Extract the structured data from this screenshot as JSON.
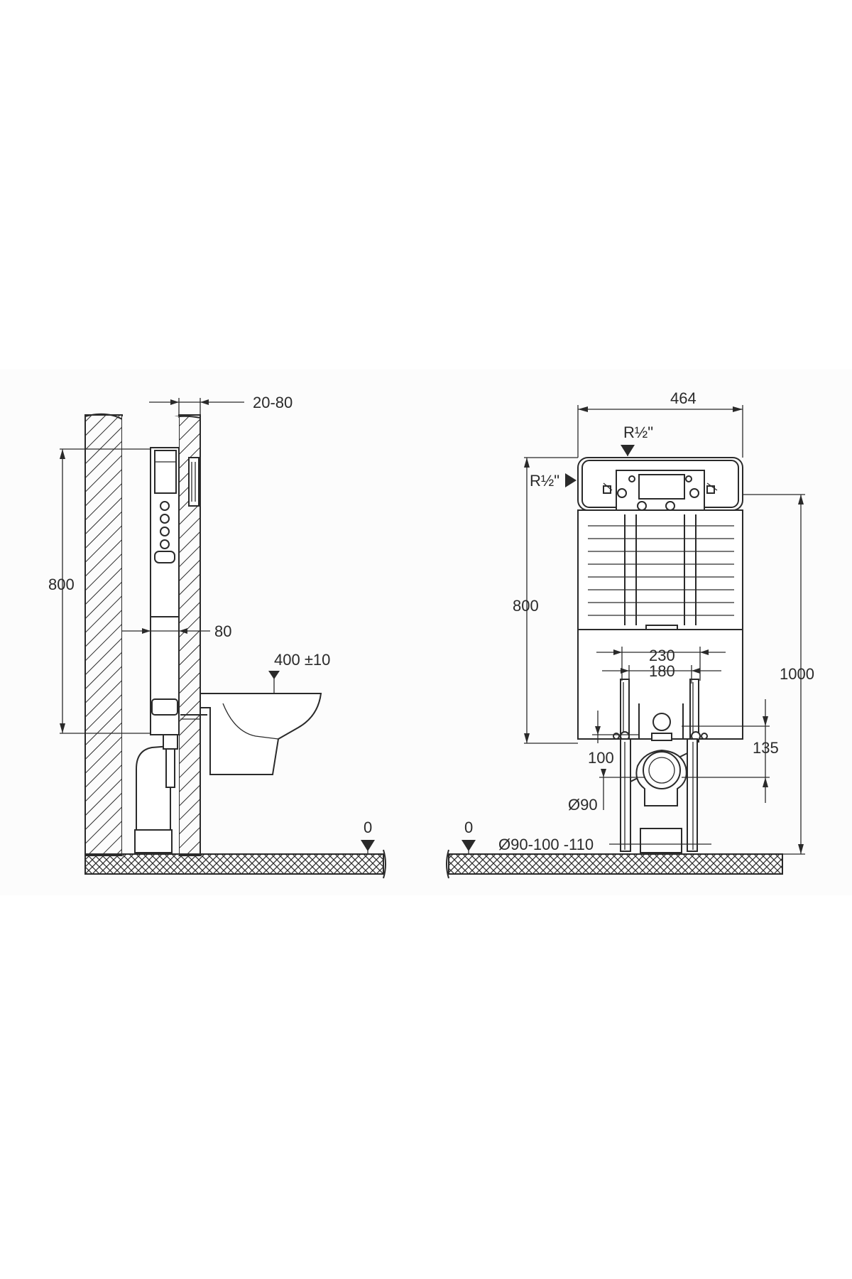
{
  "side_view": {
    "wall_gap_label": "20-80",
    "frame_height_label": "800",
    "frame_depth_label": "80",
    "bowl_height_label": "400 ±10",
    "floor_level_label": "0"
  },
  "front_view": {
    "cistern_width_label": "464",
    "top_inlet_label": "R½\"",
    "side_inlet_label": "R½\"",
    "cistern_height_label": "800",
    "overall_height_label": "1000",
    "bolt_spacing_outer_label": "230",
    "bolt_spacing_inner_label": "180",
    "inlet_offset_label": "100",
    "outlet_offset_label": "135",
    "outlet_diameter_label": "Ø90",
    "drain_diameter_label": "Ø90-100 -110",
    "floor_level_label": "0"
  },
  "colors": {
    "line": "#2a2a2a",
    "background": "#ffffff"
  }
}
